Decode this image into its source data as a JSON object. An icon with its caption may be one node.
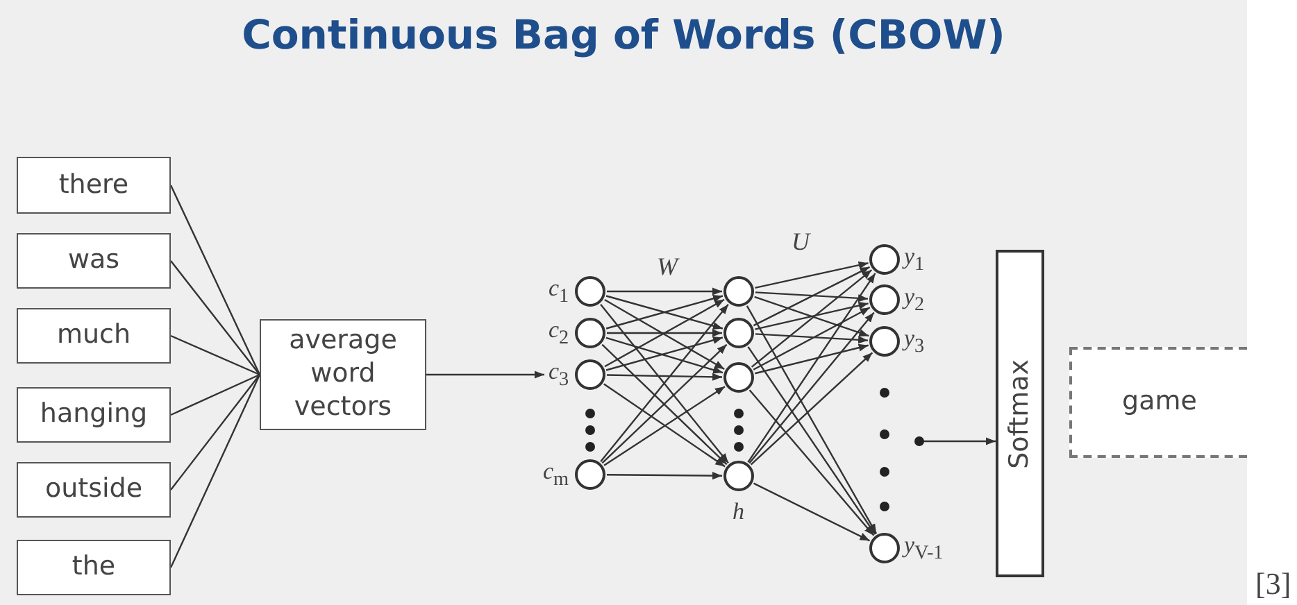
{
  "diagram": {
    "title": "Continuous Bag of Words (CBOW)",
    "nodes": [
      {
        "text": [
          "there"
        ]
      },
      {
        "text": [
          "was"
        ]
      },
      {
        "text": [
          "much"
        ]
      },
      {
        "text": [
          "hanging"
        ]
      },
      {
        "text": [
          "outside"
        ]
      },
      {
        "text": [
          "the"
        ]
      },
      {
        "text": [
          "average word vectors"
        ]
      },
      {
        "text": [],
        "shape": "circle",
        "beside": [
          "*c*$_{1}$"
        ]
      },
      {
        "text": [],
        "shape": "circle",
        "beside": [
          "*c*$_{2}$"
        ]
      },
      {
        "text": [],
        "shape": "circle",
        "beside": [
          "*c*$_{3}$"
        ]
      },
      {
        "text": [],
        "shape": "circle",
        "beside": [
          "*c*$_{m}$"
        ]
      },
      {
        "text": [],
        "shape": "circle"
      },
      {
        "text": [],
        "shape": "circle"
      },
      {
        "text": [],
        "shape": "circle"
      },
      {
        "text": [],
        "shape": "circle",
        "beside": [
          "h"
        ]
      },
      {
        "text": [],
        "shape": "circle",
        "beside": [
          "*y*$_{1}$"
        ]
      },
      {
        "text": [],
        "shape": "circle",
        "beside": [
          "*y*$_{2}$"
        ]
      },
      {
        "text": [],
        "shape": "circle",
        "beside": [
          "*y*$_{3}$"
        ]
      },
      {
        "text": [],
        "shape": "circle",
        "beside": [
          "*y*$_{V-1}$"
        ]
      },
      {
        "text": [
          "Softmax"
        ]
      },
      {
        "text": [
          "game"
        ]
      }
    ],
    "edges": [
      {
        "from": 0,
        "to": 6,
        "arrow": "none"
      },
      {
        "from": 1,
        "to": 6,
        "arrow": "none"
      },
      {
        "from": 2,
        "to": 6,
        "arrow": "none"
      },
      {
        "from": 3,
        "to": 6,
        "arrow": "none"
      },
      {
        "from": 4,
        "to": 6,
        "arrow": "none"
      },
      {
        "from": 5,
        "to": 6,
        "arrow": "none"
      },
      {
        "from": 6,
        "to": 9,
        "arrow": "to"
      },
      {
        "from": 7,
        "to": 11,
        "arrow": "to"
      },
      {
        "from": 7,
        "to": 12,
        "arrow": "to"
      },
      {
        "from": 7,
        "to": 13,
        "arrow": "to"
      },
      {
        "from": 7,
        "to": 14,
        "arrow": "to"
      },
      {
        "from": 8,
        "to": 11,
        "arrow": "to"
      },
      {
        "from": 8,
        "to": 12,
        "arrow": "to"
      },
      {
        "from": 8,
        "to": 13,
        "arrow": "to"
      },
      {
        "from": 8,
        "to": 14,
        "arrow": "to"
      },
      {
        "from": 9,
        "to": 11,
        "arrow": "to"
      },
      {
        "from": 9,
        "to": 12,
        "arrow": "to"
      },
      {
        "from": 9,
        "to": 13,
        "arrow": "to"
      },
      {
        "from": 9,
        "to": 14,
        "arrow": "to"
      },
      {
        "from": 10,
        "to": 11,
        "arrow": "to"
      },
      {
        "from": 10,
        "to": 12,
        "arrow": "to"
      },
      {
        "from": 10,
        "to": 13,
        "arrow": "to"
      },
      {
        "from": 10,
        "to": 14,
        "arrow": "to"
      },
      {
        "from": 11,
        "to": 15,
        "arrow": "to"
      },
      {
        "from": 11,
        "to": 16,
        "arrow": "to"
      },
      {
        "from": 11,
        "to": 17,
        "arrow": "to"
      },
      {
        "from": 11,
        "to": 18,
        "arrow": "to"
      },
      {
        "from": 12,
        "to": 15,
        "arrow": "to"
      },
      {
        "from": 12,
        "to": 16,
        "arrow": "to"
      },
      {
        "from": 12,
        "to": 17,
        "arrow": "to"
      },
      {
        "from": 12,
        "to": 18,
        "arrow": "to"
      },
      {
        "from": 13,
        "to": 15,
        "arrow": "to"
      },
      {
        "from": 13,
        "to": 16,
        "arrow": "to"
      },
      {
        "from": 13,
        "to": 17,
        "arrow": "to"
      },
      {
        "from": 13,
        "to": 18,
        "arrow": "to"
      },
      {
        "from": 14,
        "to": 15,
        "arrow": "to"
      },
      {
        "from": 14,
        "to": 16,
        "arrow": "to"
      },
      {
        "from": 14,
        "to": 17,
        "arrow": "to"
      },
      {
        "from": 14,
        "to": 18,
        "arrow": "to"
      },
      {
        "from": null,
        "to": 19,
        "arrow": "to"
      }
    ],
    "labels": [
      "W",
      "U",
      "[3]"
    ]
  }
}
